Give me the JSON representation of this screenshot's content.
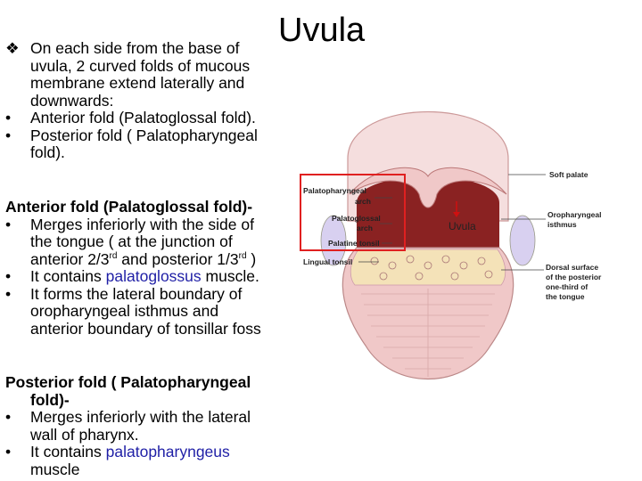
{
  "title": "Uvula",
  "block1": {
    "bullet_glyph": "❖",
    "lead": [
      "On each side from the base of",
      "uvula, 2 curved folds of mucous",
      "membrane extend laterally and",
      "downwards:"
    ],
    "items": [
      [
        "Anterior fold (Palatoglossal fold)."
      ],
      [
        "Posterior fold ( Palatopharyngeal",
        "fold)."
      ]
    ]
  },
  "block2": {
    "heading": "Anterior fold (Palatoglossal fold)-",
    "item1": [
      "Merges inferiorly with the side of",
      "the tongue ( at the junction of"
    ],
    "item1_last": {
      "a": "anterior 2/3",
      "sup1": "rd",
      "b": " and posterior 1/3",
      "sup2": "rd",
      "c": " )"
    },
    "item2": {
      "a": "It contains ",
      "link": "palatoglossus",
      "b": " muscle."
    },
    "item3": [
      "It forms the lateral boundary of",
      "oropharyngeal isthmus and",
      "anterior boundary of tonsillar foss"
    ]
  },
  "block3": {
    "heading": [
      "Posterior fold ( Palatopharyngeal",
      "fold)-"
    ],
    "item1": [
      "Merges inferiorly with the lateral",
      "wall of pharynx."
    ],
    "item2": {
      "a": "It contains ",
      "link": "palatopharyngeus"
    },
    "item2_cut": "muscle"
  },
  "diagram": {
    "labels": {
      "palatopharyngeal_arch": [
        "Palatopharyngeal",
        "arch"
      ],
      "palatoglossal_arch": [
        "Palatoglossal",
        "arch"
      ],
      "palatine_tonsil": "Palatine tonsil",
      "lingual_tonsil": "Lingual tonsil",
      "soft_palate": "Soft palate",
      "oropharyngeal_isthmus": [
        "Oropharyngeal",
        "isthmus"
      ],
      "dorsal_surface": [
        "Dorsal surface",
        "of the posterior",
        "one-third of",
        "the tongue"
      ],
      "uvula": "Uvula"
    },
    "colors": {
      "highlight_box": "#e02020",
      "uvula_arrow": "#d01010",
      "palate": "#f5dede",
      "tongue": "#f0c8c8",
      "posterior_third": "#f4e2b8"
    }
  }
}
